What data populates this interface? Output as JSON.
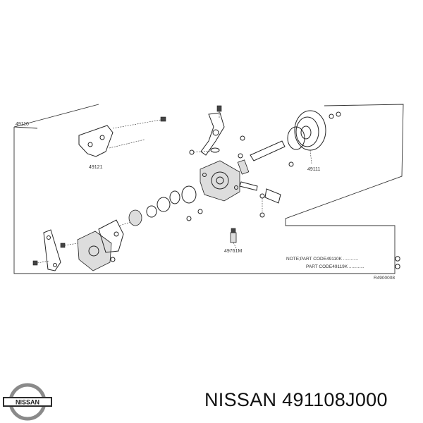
{
  "diagram": {
    "labels": {
      "assembly": "49110",
      "bracket": "49121",
      "pulley": "49111",
      "valve": "49761M"
    },
    "note": {
      "line1": "NOTE;PART CODE49110K ............",
      "line2": "PART CODE49119K ............",
      "ref": "R4900008"
    }
  },
  "brand": {
    "logo_text": "NISSAN"
  },
  "caption": {
    "text": "NISSAN 491108J000"
  },
  "colors": {
    "line": "#222222",
    "logo_ring": "#8a8a8a",
    "logo_bar": "#2b2b2b"
  }
}
